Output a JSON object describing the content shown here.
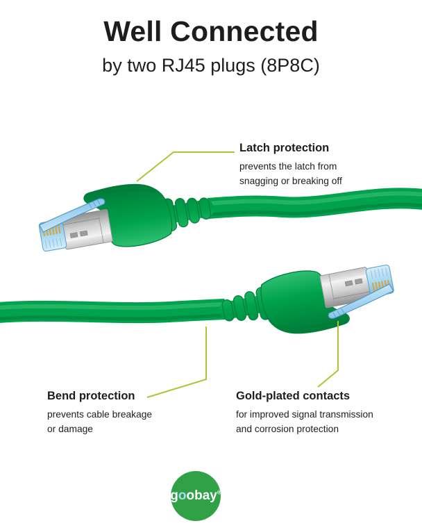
{
  "header": {
    "title": "Well Connected",
    "subtitle": "by two RJ45 plugs (8P8C)"
  },
  "annotations": {
    "latch": {
      "title": "Latch protection",
      "body": "prevents the latch from\nsnagging or breaking off"
    },
    "bend": {
      "title": "Bend protection",
      "body": "prevents cable breakage\nor damage"
    },
    "contacts": {
      "title": "Gold-plated contacts",
      "body": "for improved signal transmission\nand corrosion protection"
    }
  },
  "logo": {
    "g": "g",
    "o1": "o",
    "o2": "o",
    "bay": "bay",
    "registered": "®"
  },
  "colors": {
    "text": "#1D1D1B",
    "cable_green": "#00A24D",
    "cable_green_dark": "#00773A",
    "cable_green_light": "#3CC47A",
    "latch_blue": "#8FCBED",
    "latch_blue_dark": "#4D94C2",
    "gold": "#D9A43B",
    "callout_line": "#AFC334",
    "logo_green": "#31A148",
    "logo_o_blue": "#A6DAF3"
  }
}
